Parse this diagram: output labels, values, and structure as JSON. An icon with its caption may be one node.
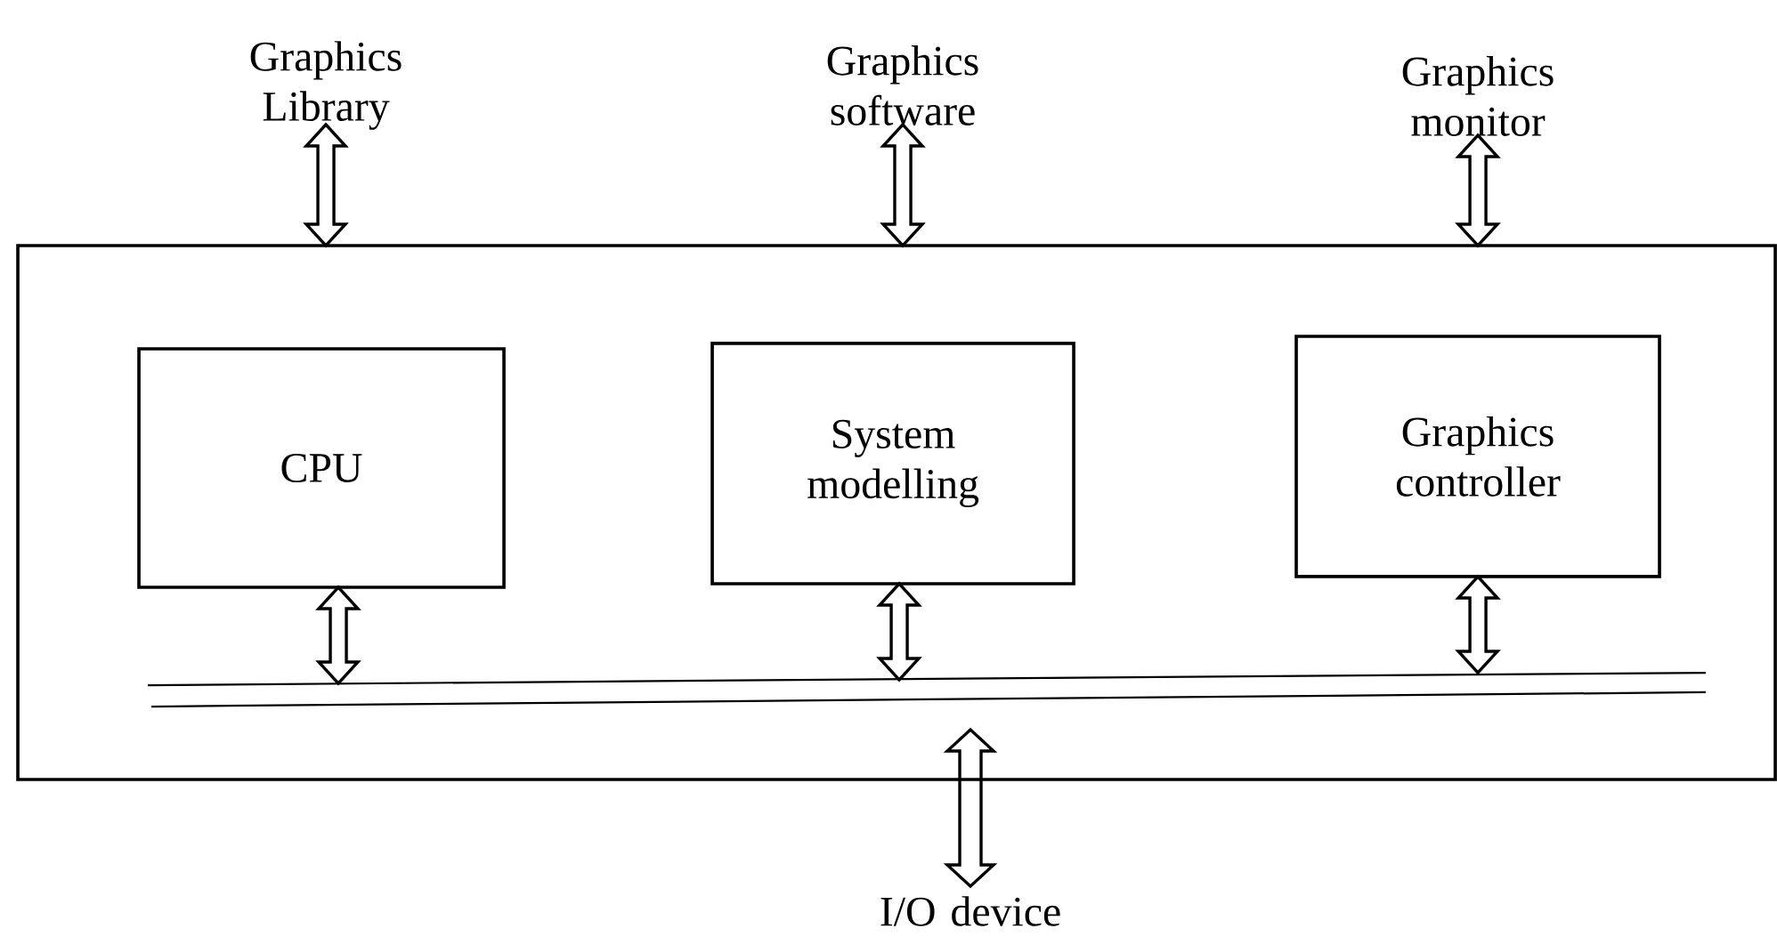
{
  "diagram": {
    "nodes": [
      {
        "text": [
          "Graphics Library"
        ]
      },
      {
        "text": [
          "Graphics software"
        ]
      },
      {
        "text": [
          "Graphics monitor"
        ]
      },
      {
        "text": [],
        "shape": "box"
      },
      {
        "text": [
          "CPU"
        ],
        "in": 3
      },
      {
        "text": [
          "System modelling"
        ],
        "in": 3
      },
      {
        "text": [
          "Graphics controller"
        ],
        "in": 3
      },
      {
        "text": [],
        "shape": "bar",
        "in": 3
      },
      {
        "text": [
          "I/O device"
        ]
      }
    ],
    "edges": [
      {
        "from": 0,
        "to": 3,
        "arrow": "both"
      },
      {
        "from": 1,
        "to": 3,
        "arrow": "both"
      },
      {
        "from": 2,
        "to": 3,
        "arrow": "both"
      },
      {
        "from": 4,
        "to": 7,
        "arrow": "both"
      },
      {
        "from": 5,
        "to": 7,
        "arrow": "both"
      },
      {
        "from": 6,
        "to": 7,
        "arrow": "both"
      },
      {
        "from": 7,
        "to": 8,
        "arrow": "both"
      }
    ]
  }
}
